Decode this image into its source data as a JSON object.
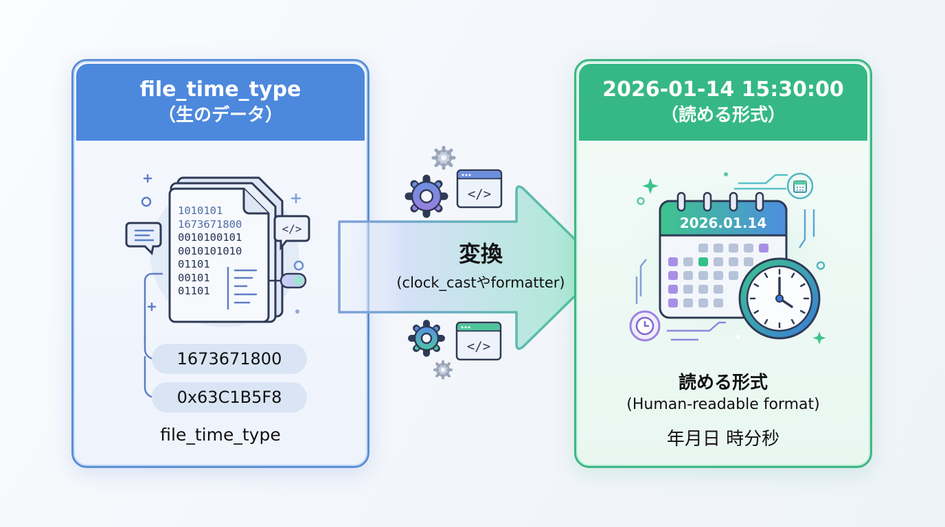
{
  "left_panel": {
    "title": "file_time_type",
    "subtitle": "（生のデータ）",
    "document_lines": [
      "1010101",
      "1673671800",
      "0010100101",
      "0010101010",
      "01101",
      "00101",
      "01101"
    ],
    "values": [
      "1673671800",
      "0x63C1B5F8"
    ],
    "caption": "file_time_type",
    "accent": "#4c88dc"
  },
  "arrow": {
    "title": "変換",
    "subtitle": "(clock_castやformatter)"
  },
  "right_panel": {
    "title": "2026-01-14 15:30:00",
    "subtitle": "（読める形式）",
    "calendar_date": "2026.01.14",
    "caption_title": "読める形式",
    "caption_en": "(Human-readable format)",
    "caption_units": "年月日 時分秒",
    "accent": "#35b886"
  },
  "icons": {
    "left": [
      "document-stack-icon",
      "chat-bubble-icon",
      "code-bubble-icon",
      "toggle-icon"
    ],
    "middle": [
      "gear-icon",
      "code-window-icon"
    ],
    "right": [
      "calendar-icon",
      "clock-icon",
      "mini-calendar-icon",
      "mini-clock-icon"
    ]
  }
}
